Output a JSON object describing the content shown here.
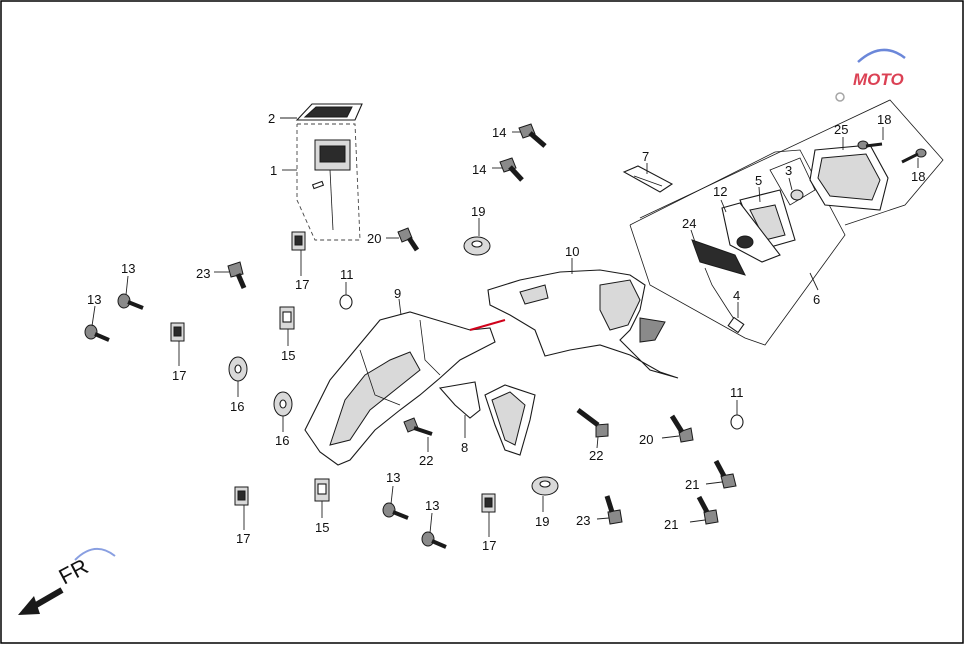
{
  "diagram": {
    "direction_text": "FR",
    "watermark_text": "MOTO",
    "colors": {
      "line": "#1a1a1a",
      "accent_red": "#d0021b",
      "accent_blue": "#3a5fcd"
    },
    "callouts": [
      "2",
      "1",
      "14",
      "14",
      "7",
      "19",
      "20",
      "17",
      "23",
      "13",
      "13",
      "11",
      "9",
      "10",
      "12",
      "5",
      "3",
      "25",
      "18",
      "18",
      "24",
      "4",
      "6",
      "15",
      "17",
      "16",
      "16",
      "22",
      "8",
      "22",
      "11",
      "20",
      "21",
      "21",
      "13",
      "13",
      "15",
      "17",
      "17",
      "19",
      "23"
    ]
  }
}
